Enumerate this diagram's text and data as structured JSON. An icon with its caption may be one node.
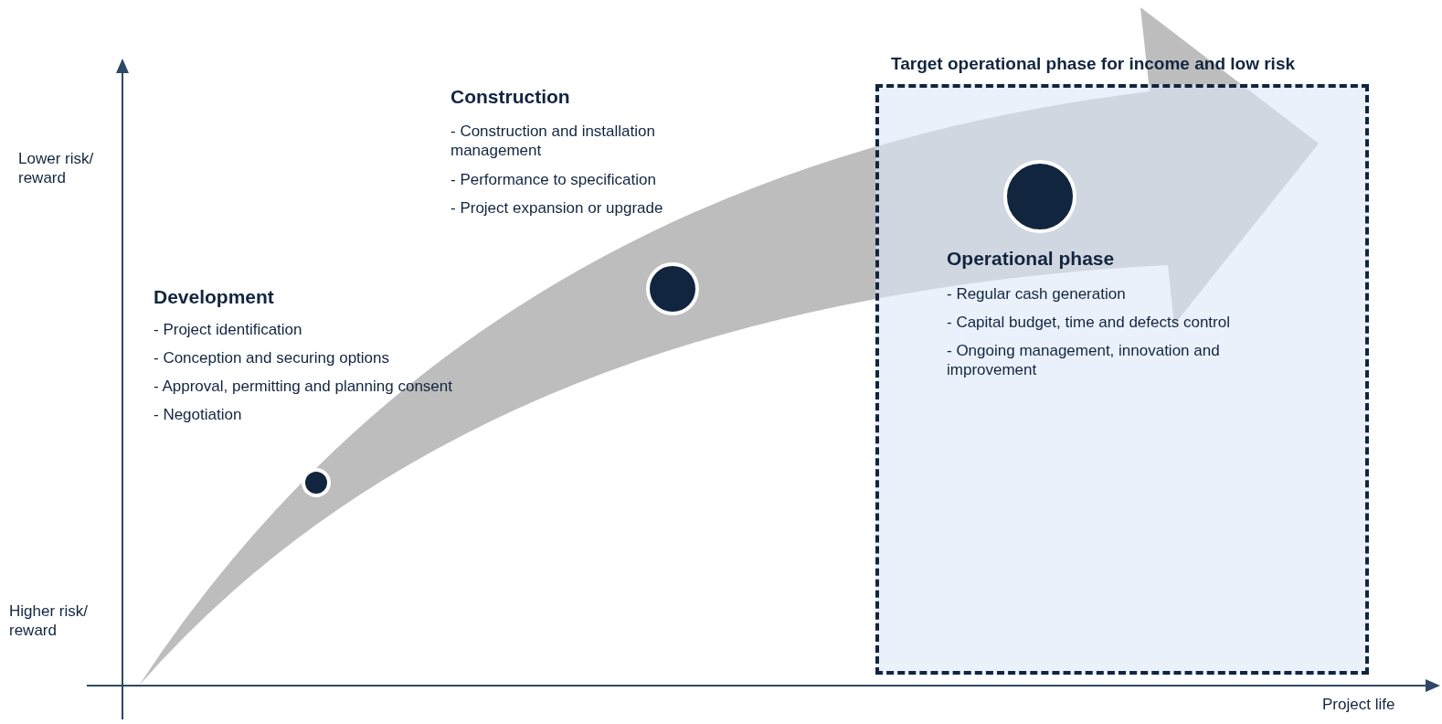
{
  "diagram": {
    "nodes": [
      {
        "text": [
          "Target operational phase for income and low risk",
          "Operational phase",
          "- Regular cash generation",
          "- Capital budget, time and defects control",
          "- Ongoing management, innovation and improvement"
        ]
      },
      {
        "text": [],
        "shape": "circle"
      },
      {
        "text": [],
        "shape": "circle"
      },
      {
        "text": [],
        "shape": "circle",
        "in": 0
      }
    ],
    "edges": [],
    "labels": [
      "Lower risk/ reward",
      "Construction",
      "- Construction and installation management",
      "- Performance to specification",
      "- Project expansion or upgrade",
      "Development",
      "- Project identification",
      "- Conception and securing options",
      "- Approval, permitting and planning consent",
      "- Negotiation",
      "Higher risk/ reward",
      "Project life"
    ]
  }
}
